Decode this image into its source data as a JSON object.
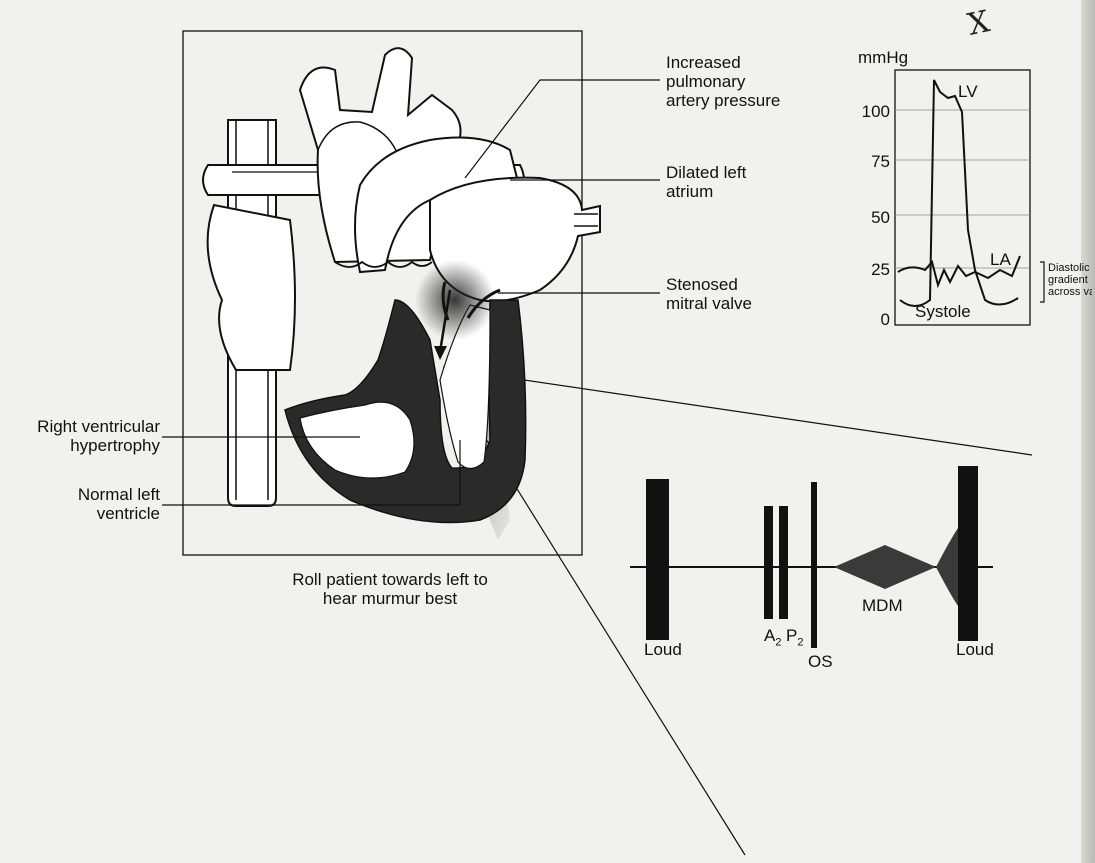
{
  "mark": "X",
  "heart": {
    "label_pulmonary": "Increased\npulmonary\nartery pressure",
    "label_atrium": "Dilated left\natrium",
    "label_mitral": "Stenosed\nmitral valve",
    "label_rvh": "Right ventricular\nhypertrophy",
    "label_lv": "Normal left\nventricle",
    "caption": "Roll patient towards left to\nhear murmur best"
  },
  "pressure": {
    "unit": "mmHg",
    "ticks": [
      "100",
      "75",
      "50",
      "25",
      "0"
    ],
    "lv_label": "LV",
    "la_label": "LA",
    "systole_label": "Systole",
    "gradient_note": "Diastolic\ngradient\nacross valve"
  },
  "phono": {
    "s1_label": "Loud",
    "a2_label": "A",
    "a2_sub": "2",
    "p2_label": "P",
    "p2_sub": "2",
    "os_label": "OS",
    "mdm_label": "MDM",
    "s1b_label": "Loud"
  },
  "colors": {
    "ink": "#111111",
    "paper": "#f1f1ef",
    "murmur": "#3a3a3a"
  }
}
